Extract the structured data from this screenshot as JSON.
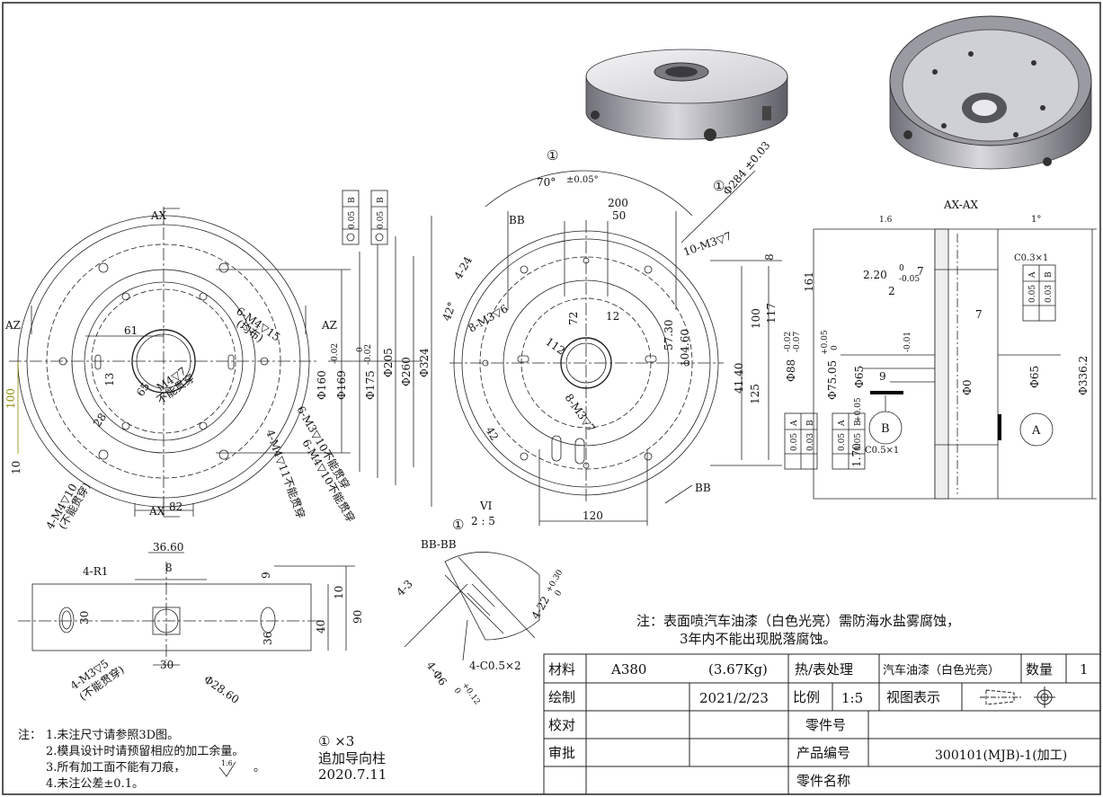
{
  "views": {
    "section_ax_label": "AX",
    "section_az_label": "AZ",
    "section_bb_label": "BB",
    "section_ax_title": "AX-AX",
    "section_bb_title": "BB-BB",
    "detail_marker": "①",
    "detail_view_label": "VI",
    "detail_scale": "2 : 5",
    "datum_a": "A",
    "datum_b": "B"
  },
  "dimensions": {
    "left_view": [
      "61",
      "82",
      "100",
      "10",
      "13",
      "28",
      "65",
      "Φ160",
      "Φ169",
      "Φ175",
      "Φ205",
      "Φ260",
      "Φ324",
      "6-M4▽15",
      "(均布)",
      "6-M3▽10不能贯穿",
      "6-M4▽10不能贯穿",
      "4-M4▽11不能贯穿",
      "4-M4▽10",
      "(不能贯穿)",
      "M4▽7",
      "不能贯穿"
    ],
    "left_view_tol": [
      "-0.02",
      "-0.02",
      "0"
    ],
    "right_view": [
      "70°",
      "±0.05°",
      "200",
      "50",
      "Φ284 ±0.03",
      "10-M3▽7",
      "8",
      "4-24",
      "42°",
      "8-M3▽6",
      "72",
      "12",
      "112",
      "57.30",
      "104.60",
      "100",
      "117",
      "41.40",
      "125",
      "8-M3▽7",
      "120",
      "42"
    ],
    "section_view": [
      "161",
      "2.20",
      "-0.05",
      "0",
      "7",
      "2",
      "7",
      "1.6",
      "Φ88",
      "-0.02",
      "-0.07",
      "Φ75.05",
      "+0.05",
      "0",
      "Φ65",
      "-0.01",
      "9",
      "Φ0",
      "Φ65",
      "Φ336.2",
      "1.70",
      "+0.05",
      "C0.3×1",
      "C0.5×1",
      "1°"
    ],
    "front_view": [
      "36.60",
      "8",
      "4-R1",
      "9",
      "10",
      "30",
      "40",
      "90",
      "36",
      "30",
      "Φ28.60",
      "4-M3▽5",
      "(不能贯穿)"
    ],
    "detail_view": [
      "4-3",
      "4-22",
      "+0.30",
      "0",
      "4-Φ6",
      "+0.12",
      "0",
      "4-C0.5×2"
    ],
    "gdt_1": [
      "0.05",
      "B"
    ],
    "gdt_2": [
      "0.05",
      "B"
    ],
    "gdt_3": [
      "0.05",
      "A"
    ],
    "gdt_4": [
      "0.03",
      "B"
    ],
    "gdt_5": [
      "0.05",
      "A"
    ],
    "gdt_6": [
      "0.03",
      "B"
    ],
    "gdt_7": [
      "0.05",
      "A"
    ],
    "gdt_8": [
      "0.05",
      "B"
    ]
  },
  "finish_note": {
    "line1": "注：表面喷汽车油漆（白色光亮）需防海水盐雾腐蚀，",
    "line2": "3年内不能出现脱落腐蚀。"
  },
  "notes": {
    "prefix": "注：",
    "items": [
      "1.未注尺寸请参照3D图。",
      "2.模具设计时请预留相应的加工余量。",
      "3.所有加工面不能有刀痕，",
      "4.未注公差±0.1。"
    ],
    "item3_symbol": "1.6",
    "item3_end": "。"
  },
  "revision": {
    "line1": "① ×3",
    "line2": "追加导向柱",
    "line3": "2020.7.11"
  },
  "title_block": {
    "material_label": "材料",
    "material_value": "A380",
    "weight": "(3.67Kg)",
    "heat_label": "热/表处理",
    "heat_value": "汽车油漆（白色光亮）",
    "qty_label": "数量",
    "qty_value": "1",
    "drawn_label": "绘制",
    "date": "2021/2/23",
    "scale_label": "比例",
    "scale_value": "1:5",
    "view_label": "视图表示",
    "check_label": "校对",
    "part_no_label": "零件号",
    "approve_label": "审批",
    "product_no_label": "产品编号",
    "product_no_value": "300101(MJB)-1(加工)",
    "part_name_label": "零件名称"
  }
}
